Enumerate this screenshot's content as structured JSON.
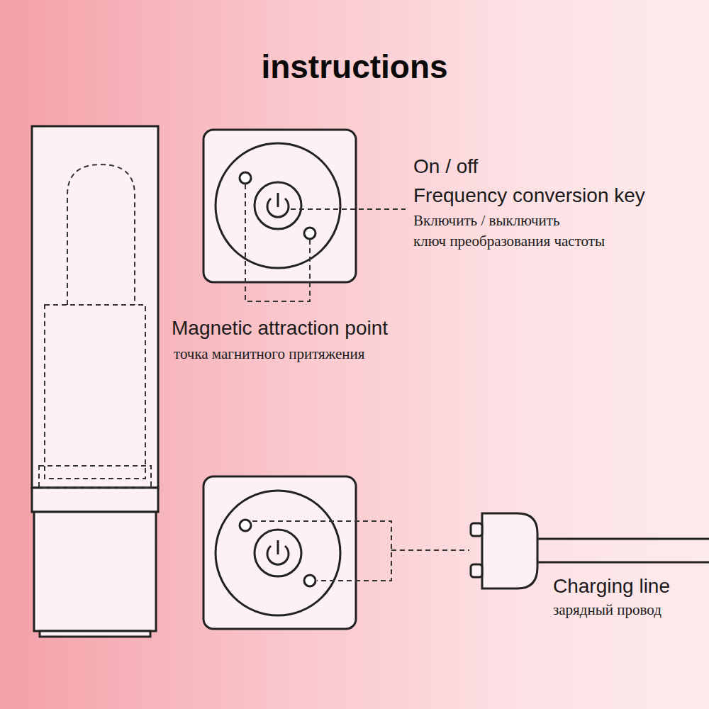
{
  "diagram": {
    "title": "instructions",
    "labels": [
      "On / off",
      "Frequency conversion key",
      "Включить / выключить",
      "ключ преобразования частоты",
      "Magnetic attraction point",
      "точка магнитного притяжения",
      "Charging line",
      "зарядный провод"
    ]
  }
}
